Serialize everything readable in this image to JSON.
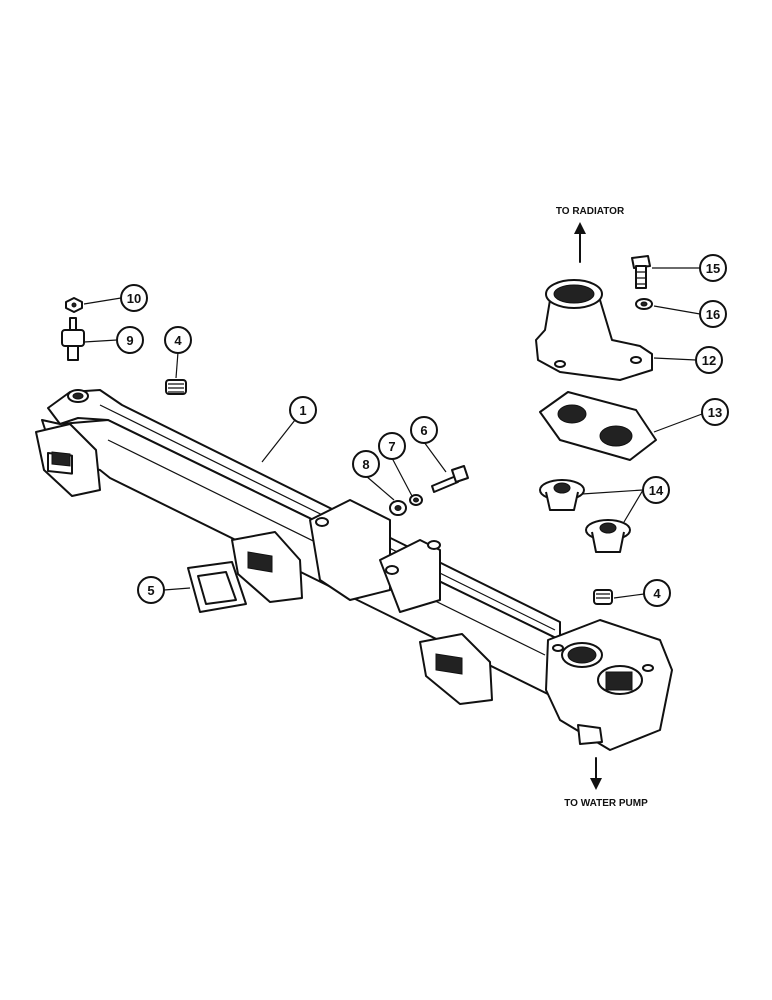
{
  "labels": {
    "to_radiator": "TO RADIATOR",
    "to_water_pump": "TO WATER PUMP"
  },
  "callouts": [
    {
      "id": "c1",
      "number": "1",
      "part": "manifold"
    },
    {
      "id": "c4a",
      "number": "4",
      "part": "plug-upper"
    },
    {
      "id": "c4b",
      "number": "4",
      "part": "plug-lower"
    },
    {
      "id": "c5",
      "number": "5",
      "part": "gasket"
    },
    {
      "id": "c6",
      "number": "6",
      "part": "bolt"
    },
    {
      "id": "c7",
      "number": "7",
      "part": "lock-washer"
    },
    {
      "id": "c8",
      "number": "8",
      "part": "flat-washer"
    },
    {
      "id": "c9",
      "number": "9",
      "part": "sender"
    },
    {
      "id": "c10",
      "number": "10",
      "part": "nut"
    },
    {
      "id": "c12",
      "number": "12",
      "part": "thermostat-housing"
    },
    {
      "id": "c13",
      "number": "13",
      "part": "housing-gasket"
    },
    {
      "id": "c14",
      "number": "14",
      "part": "thermostats"
    },
    {
      "id": "c15",
      "number": "15",
      "part": "housing-bolt"
    },
    {
      "id": "c16",
      "number": "16",
      "part": "housing-washer"
    }
  ]
}
